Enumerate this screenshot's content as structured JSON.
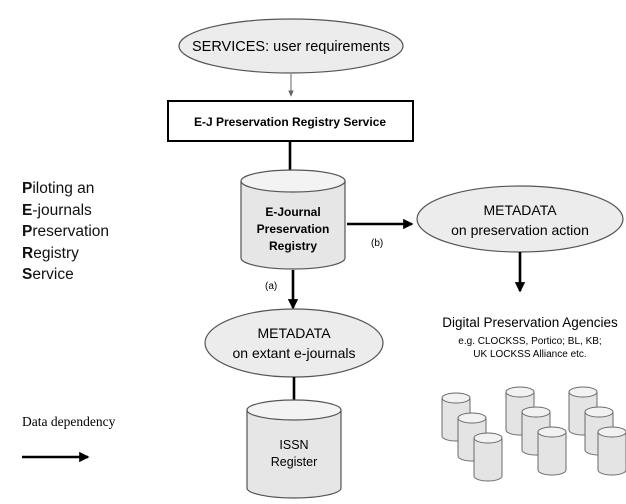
{
  "nodes": {
    "services": "SERVICES: user requirements",
    "registry_service": "E-J Preservation Registry Service",
    "ej_registry": [
      "E-Journal",
      "Preservation",
      "Registry"
    ],
    "metadata_action": [
      "METADATA",
      "on preservation action"
    ],
    "metadata_extant": [
      "METADATA",
      "on extant e-journals"
    ],
    "issn": [
      "ISSN",
      "Register"
    ],
    "agencies_title": "Digital Preservation Agencies",
    "agencies_sub": [
      "e.g. CLOCKSS, Portico; BL, KB;",
      "UK LOCKSS Alliance etc."
    ]
  },
  "edge_labels": {
    "a": "(a)",
    "b": "(b)"
  },
  "acronym": [
    {
      "initial": "P",
      "rest": "iloting an"
    },
    {
      "initial": "E",
      "rest": "-journals"
    },
    {
      "initial": "P",
      "rest": "reservation"
    },
    {
      "initial": "R",
      "rest": "egistry"
    },
    {
      "initial": "S",
      "rest": "ervice"
    }
  ],
  "legend": {
    "label": "Data dependency"
  }
}
